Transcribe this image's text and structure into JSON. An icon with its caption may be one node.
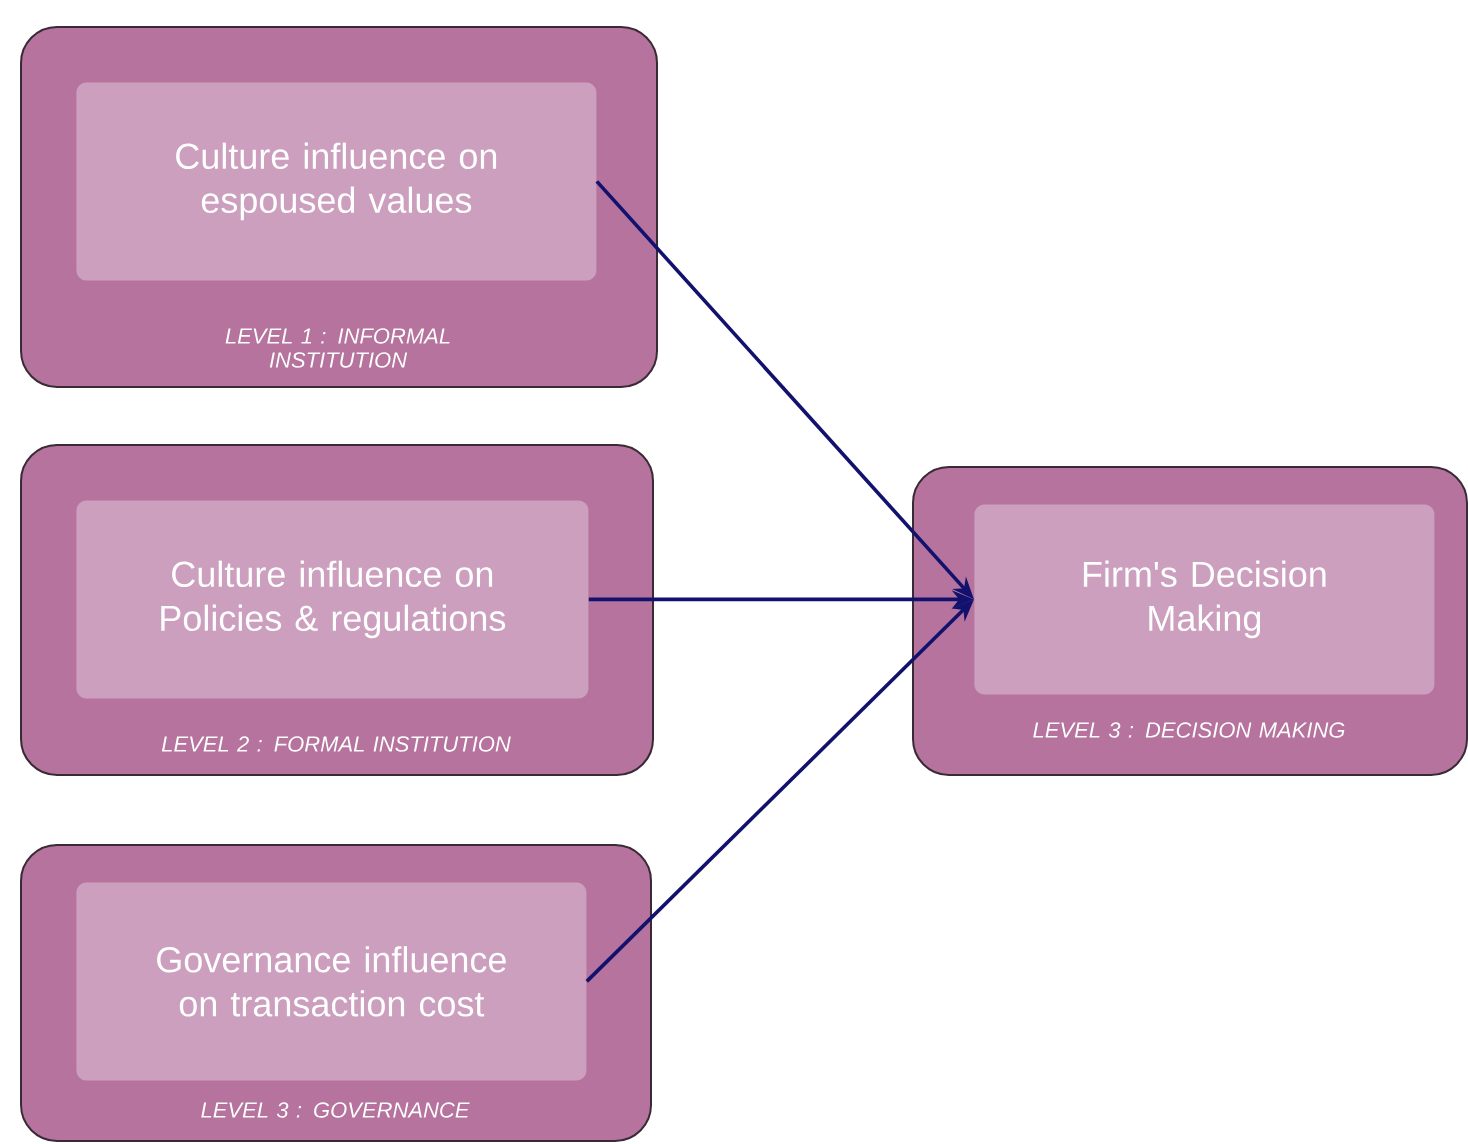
{
  "diagram": {
    "nodes": [
      {
        "text": [
          "LEVEL 1 : INFORMAL INSTITUTION"
        ]
      },
      {
        "text": [
          "Culture influence on espoused values"
        ],
        "in": 0
      },
      {
        "text": [
          "LEVEL 2 : FORMAL INSTITUTION"
        ]
      },
      {
        "text": [
          "Culture influence on Policies & regulations"
        ],
        "in": 2
      },
      {
        "text": [
          "LEVEL 3 : GOVERNANCE"
        ]
      },
      {
        "text": [
          "Governance influence on transaction cost"
        ],
        "in": 4
      },
      {
        "text": [
          "LEVEL 3 : DECISION MAKING"
        ]
      },
      {
        "text": [
          "Firm's Decision Making"
        ],
        "in": 6
      }
    ],
    "edges": [
      {
        "from": 1,
        "to": 7,
        "arrow": "to"
      },
      {
        "from": 3,
        "to": 7,
        "arrow": "to"
      },
      {
        "from": 5,
        "to": 7,
        "arrow": "to"
      }
    ]
  }
}
